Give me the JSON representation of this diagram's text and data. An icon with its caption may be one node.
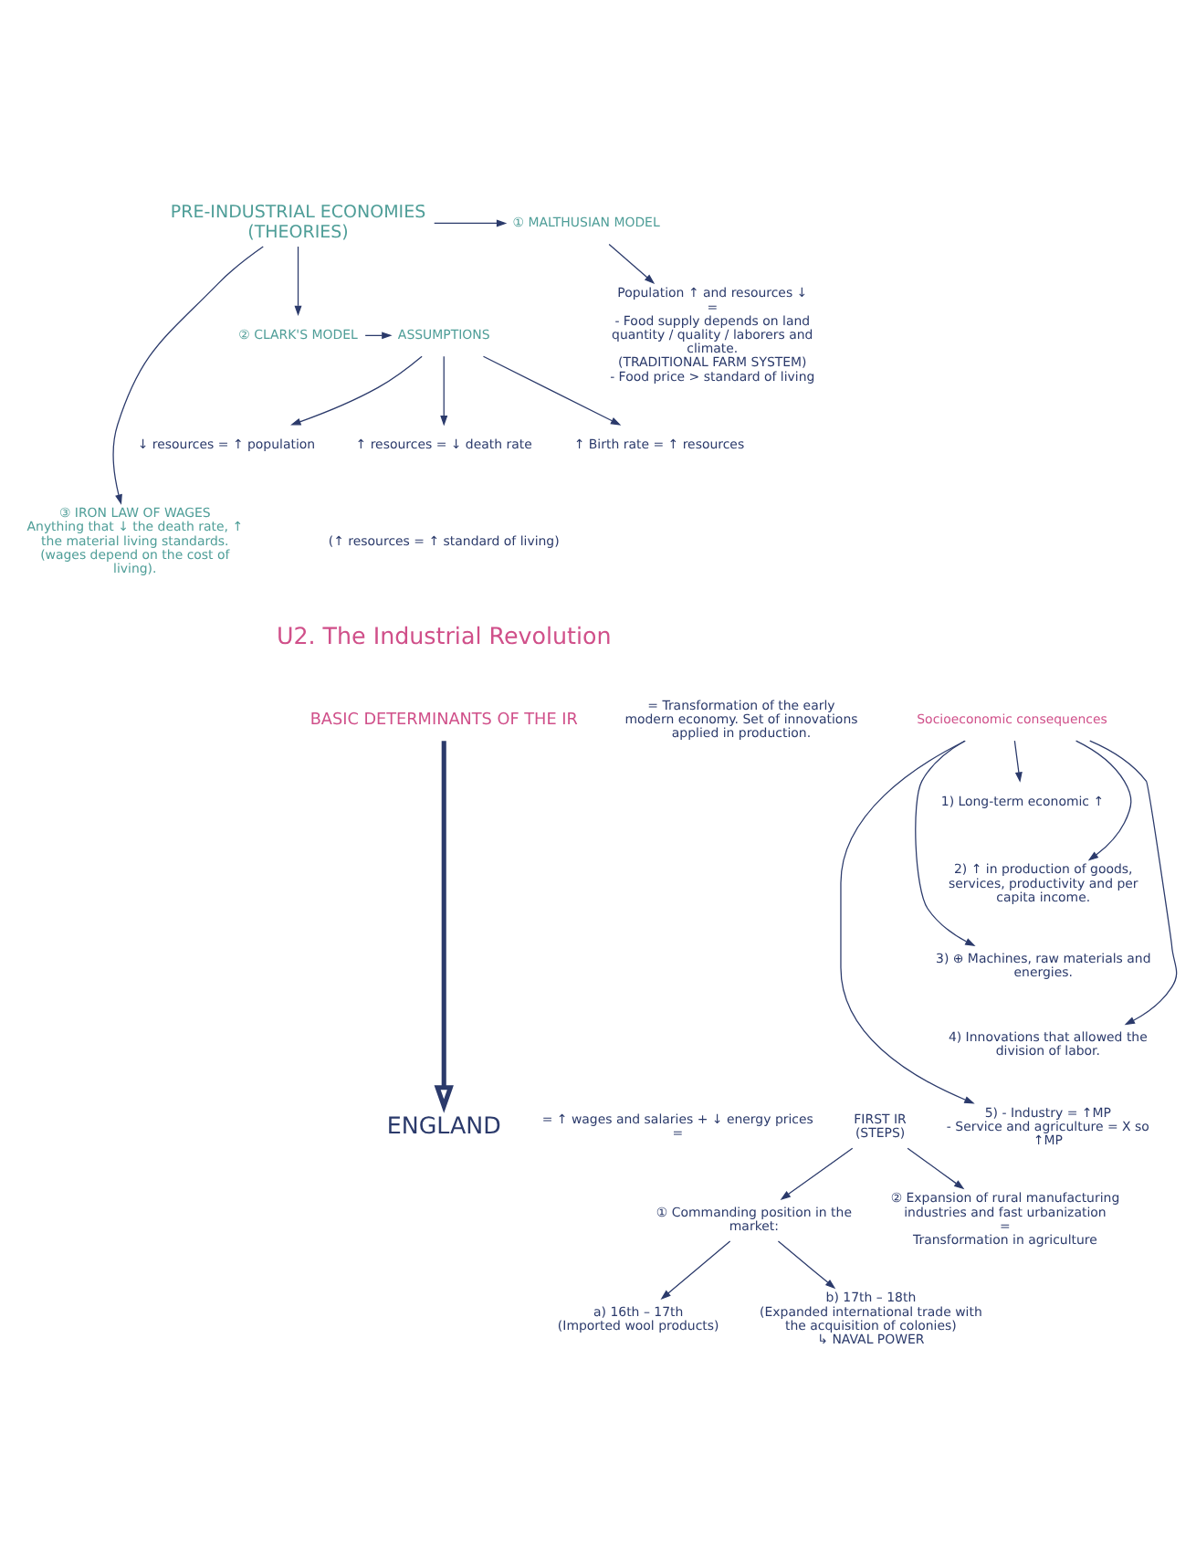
{
  "diagram": {
    "nodes": [
      {
        "text": [
          "PRE-INDUSTRIAL ECONOMIES (THEORIES)"
        ]
      },
      {
        "text": [
          "① MALTHUSIAN MODEL"
        ]
      },
      {
        "text": [
          "Population ↑ and resources ↓",
          "=",
          "- Food supply depends on land quantity / quality / laborers and climate.",
          "(TRADITIONAL FARM SYSTEM)",
          "- Food price > standard of living"
        ]
      },
      {
        "text": [
          "③ IRON LAW OF WAGES",
          "Anything that ↓ the death rate, ↑ the material living standards. (wages depend on the cost of living)."
        ]
      },
      {
        "text": [
          "② CLARK'S MODEL"
        ]
      },
      {
        "text": [
          "ASSUMPTIONS"
        ]
      },
      {
        "text": [
          "↑ Birth rate = ↑ resources"
        ]
      },
      {
        "text": [
          "↓ resources = ↑ population"
        ]
      },
      {
        "text": [
          "↑ resources = ↓ death rate"
        ]
      },
      {
        "text": [
          "BASIC DETERMINANTS OF THE IR"
        ]
      },
      {
        "text": [
          "= Transformation of the early modern economy. Set of innovations applied in production."
        ]
      },
      {
        "text": [
          "Socioeconomic consequences"
        ]
      },
      {
        "text": [
          "1) Long-term economic ↑"
        ]
      },
      {
        "text": [
          "2) ↑ in production of goods, services, productivity and per capita income."
        ]
      },
      {
        "text": [
          "3) ⊕ Machines, raw materials and energies."
        ]
      },
      {
        "text": [
          "4) Innovations that allowed the division of labor."
        ]
      },
      {
        "text": [
          "5) - Industry = ↑MP",
          "- Service and agriculture = X so ↑MP"
        ]
      },
      {
        "text": [
          "ENGLAND"
        ]
      },
      {
        "text": [
          "FIRST IR",
          "(STEPS)"
        ]
      },
      {
        "text": [
          "① Commanding position in the market:"
        ]
      },
      {
        "text": [
          "② Expansion of rural manufacturing industries and fast urbanization",
          "=",
          "Transformation in agriculture"
        ]
      },
      {
        "text": [
          "a) 16th – 17th",
          "(Imported wool products)"
        ]
      },
      {
        "text": [
          "b) 17th – 18th",
          "(Expanded international trade with the acquisition of colonies)",
          "↳ NAVAL POWER"
        ]
      }
    ],
    "edges": [
      {
        "from": 0,
        "to": 1,
        "arrow": "to"
      },
      {
        "from": 1,
        "to": 2,
        "arrow": "to"
      },
      {
        "from": 0,
        "to": 3,
        "arrow": "to"
      },
      {
        "from": 0,
        "to": 4,
        "arrow": "to"
      },
      {
        "from": 4,
        "to": 5,
        "arrow": "to"
      },
      {
        "from": 5,
        "to": 6,
        "arrow": "to"
      },
      {
        "from": 5,
        "to": 7,
        "arrow": "to"
      },
      {
        "from": 5,
        "to": 8,
        "arrow": "to"
      },
      {
        "from": 11,
        "to": 12,
        "arrow": "to"
      },
      {
        "from": 11,
        "to": 13,
        "arrow": "to"
      },
      {
        "from": 11,
        "to": 14,
        "arrow": "to"
      },
      {
        "from": 11,
        "to": 15,
        "arrow": "to"
      },
      {
        "from": 11,
        "to": 16,
        "arrow": "to"
      },
      {
        "from": 9,
        "to": 17,
        "arrow": "to",
        "style": "thick"
      },
      {
        "from": 18,
        "to": 19,
        "arrow": "to"
      },
      {
        "from": 18,
        "to": 20,
        "arrow": "to"
      },
      {
        "from": 19,
        "to": 21,
        "arrow": "to"
      },
      {
        "from": 19,
        "to": 22,
        "arrow": "to"
      }
    ],
    "labels": [
      "(↑ resources = ↑ standard of living)",
      "U2. The Industrial Revolution",
      "= ↑ wages and salaries + ↓ energy prices ="
    ]
  }
}
